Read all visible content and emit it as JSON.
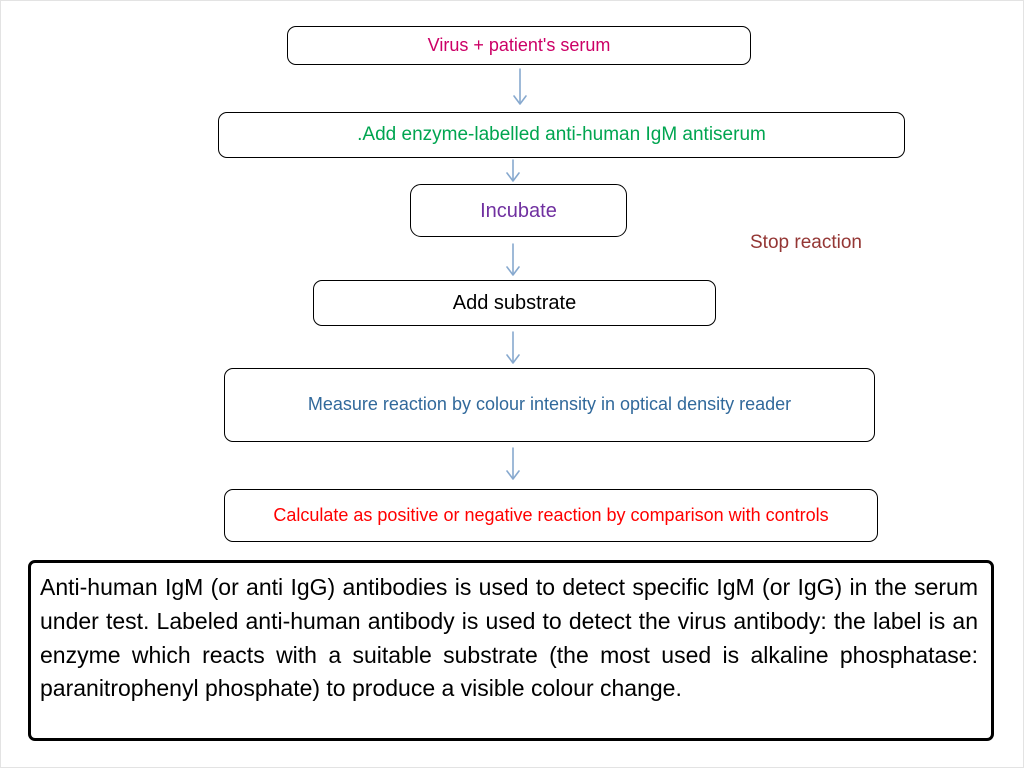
{
  "flowchart": {
    "arrow_color": "#87a9cf",
    "box_border_color": "#000000",
    "steps": [
      {
        "id": "virus-serum",
        "label": "Virus + patient's serum",
        "color": "#cc0066"
      },
      {
        "id": "add-antiserum",
        "label": ".Add enzyme-labelled anti-human IgM antiserum",
        "color": "#00a550"
      },
      {
        "id": "incubate",
        "label": "Incubate",
        "color": "#7030a0"
      },
      {
        "id": "add-substrate",
        "label": "Add substrate",
        "color": "#000000"
      },
      {
        "id": "measure-reaction",
        "label": "Measure reaction by colour intensity in optical density reader",
        "color": "#31699b"
      },
      {
        "id": "calculate-result",
        "label": "Calculate as positive or negative reaction by comparison with controls",
        "color": "#ff0000"
      }
    ],
    "side_label": {
      "text": "Stop reaction",
      "color": "#943634"
    }
  },
  "note": {
    "text": "Anti-human IgM (or anti IgG) antibodies is used to detect specific IgM (or IgG) in the serum under test. Labeled anti-human antibody is used to detect the virus antibody: the label is an enzyme which reacts with a suitable substrate (the most used is alkaline phosphatase: paranitrophenyl phosphate) to produce a visible colour change.",
    "color": "#000000"
  }
}
